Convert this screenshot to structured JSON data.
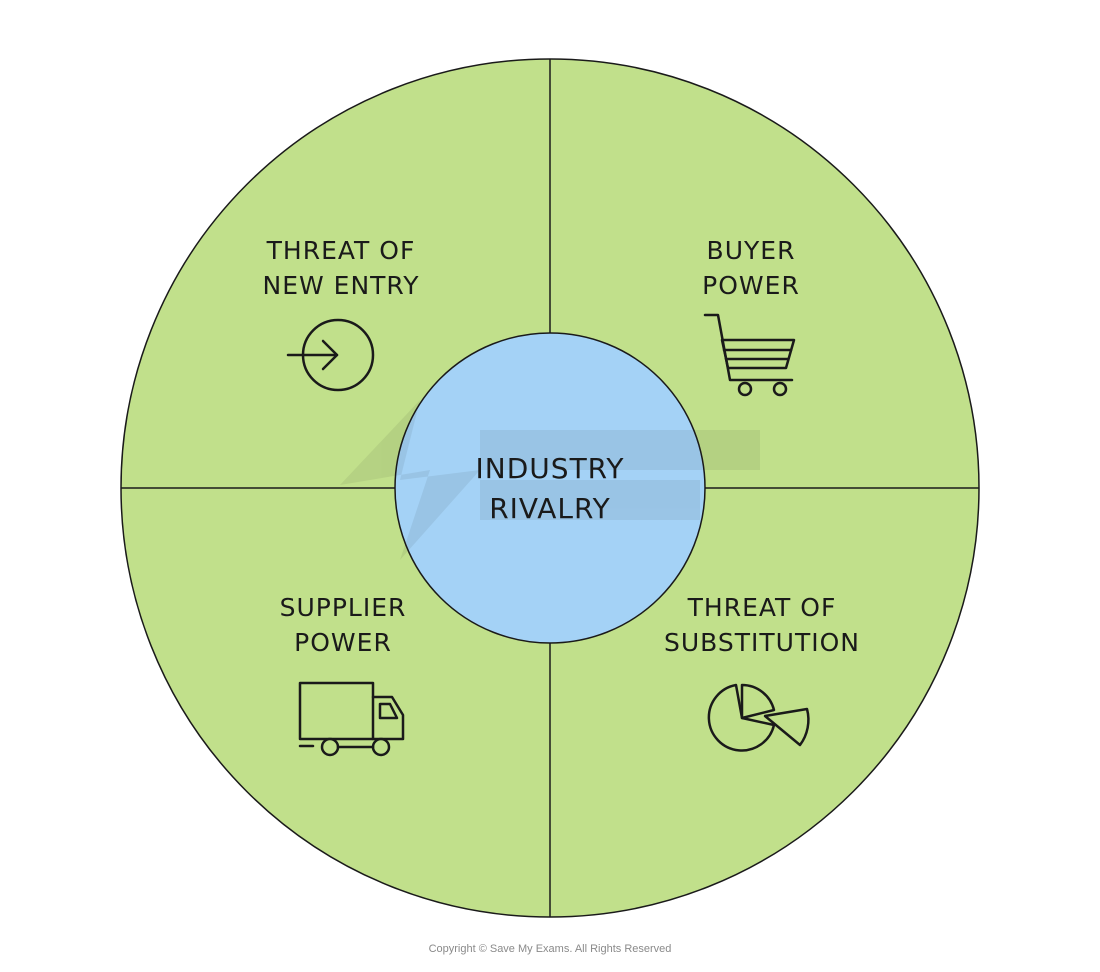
{
  "colors": {
    "outer_fill": "#c1e08b",
    "center_fill": "#a4d2f6",
    "stroke": "#1a1a1a"
  },
  "quadrants": {
    "top_left": {
      "line1": "THREAT OF",
      "line2": "NEW ENTRY",
      "icon": "arrow-into-circle-icon"
    },
    "top_right": {
      "line1": "BUYER",
      "line2": "POWER",
      "icon": "shopping-cart-icon"
    },
    "bottom_left": {
      "line1": "SUPPLIER",
      "line2": "POWER",
      "icon": "delivery-truck-icon"
    },
    "bottom_right": {
      "line1": "THREAT OF",
      "line2": "SUBSTITUTION",
      "icon": "pie-chart-icon"
    }
  },
  "center": {
    "line1": "INDUSTRY",
    "line2": "RIVALRY"
  },
  "watermark": "logo-watermark",
  "copyright": "Copyright © Save My Exams. All Rights Reserved"
}
